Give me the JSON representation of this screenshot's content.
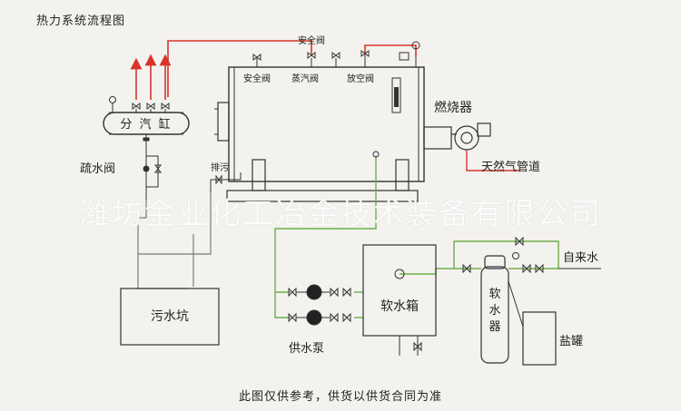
{
  "title": "热力系统流程图",
  "labels": {
    "header": "分 汽 缸",
    "drain_valve": "疏水阀",
    "safety_valve_top": "安全阀",
    "safety_valve": "安全阀",
    "steam_valve": "蒸汽阀",
    "vent_valve": "放空阀",
    "blowdown": "排污",
    "burner": "燃烧器",
    "gas_pipe": "天然气管道",
    "soft_water_tank": "软水箱",
    "softener": "软水器",
    "tap_water": "自来水",
    "salt_tank": "盐罐",
    "sewage_pit": "污水坑",
    "feed_pump": "供水泵"
  },
  "watermark": "潍坊金业化工冶金技术装备有限公司",
  "footer": "此图仅供参考，供货以供货合同为准",
  "colors": {
    "steam": "#d8342a",
    "water": "#6fae4c",
    "drain": "#7a7a7a",
    "line": "#333333",
    "background": "#f3f2ee"
  }
}
